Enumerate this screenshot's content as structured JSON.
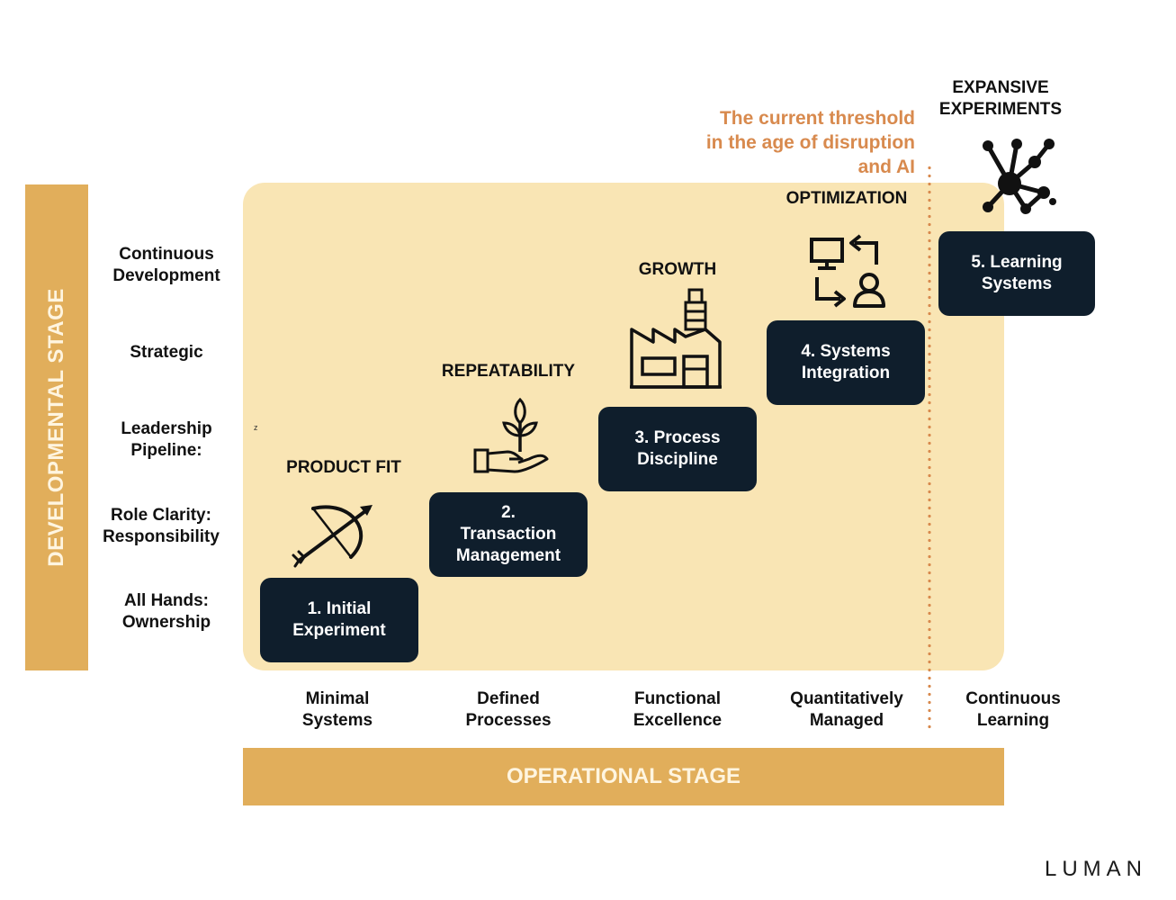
{
  "developmental_axis": {
    "title": "DEVELOPMENTAL STAGE",
    "levels": [
      "Continuous\nDevelopment",
      "Strategic",
      "Leadership\nPipeline:",
      "Role Clarity:\nResponsibility",
      "All Hands:\nOwnership"
    ]
  },
  "operational_axis": {
    "title": "OPERATIONAL STAGE",
    "levels": [
      "Minimal\nSystems",
      "Defined\nProcesses",
      "Functional\nExcellence",
      "Quantitatively\nManaged",
      "Continuous\nLearning"
    ]
  },
  "stages": [
    {
      "title": "PRODUCT FIT",
      "box": "1. Initial\nExperiment",
      "icon": "bow-arrow-icon"
    },
    {
      "title": "REPEATABILITY",
      "box": "2.\nTransaction\nManagement",
      "icon": "plant-hand-icon"
    },
    {
      "title": "GROWTH",
      "box": "3. Process\nDiscipline",
      "icon": "factory-icon"
    },
    {
      "title": "OPTIMIZATION",
      "box": "4. Systems\nIntegration",
      "icon": "systems-person-icon"
    },
    {
      "title": "EXPANSIVE\nEXPERIMENTS",
      "box": "5. Learning\nSystems",
      "icon": "network-icon"
    }
  ],
  "threshold_text": "The current threshold\nin the age of disruption\nand AI",
  "stray_mark": "z",
  "brand": "LUMAN",
  "colors": {
    "panel": "#f9e5b4",
    "bar": "#e1ae5b",
    "box": "#0f1e2c",
    "threshold": "#d88a4e"
  }
}
